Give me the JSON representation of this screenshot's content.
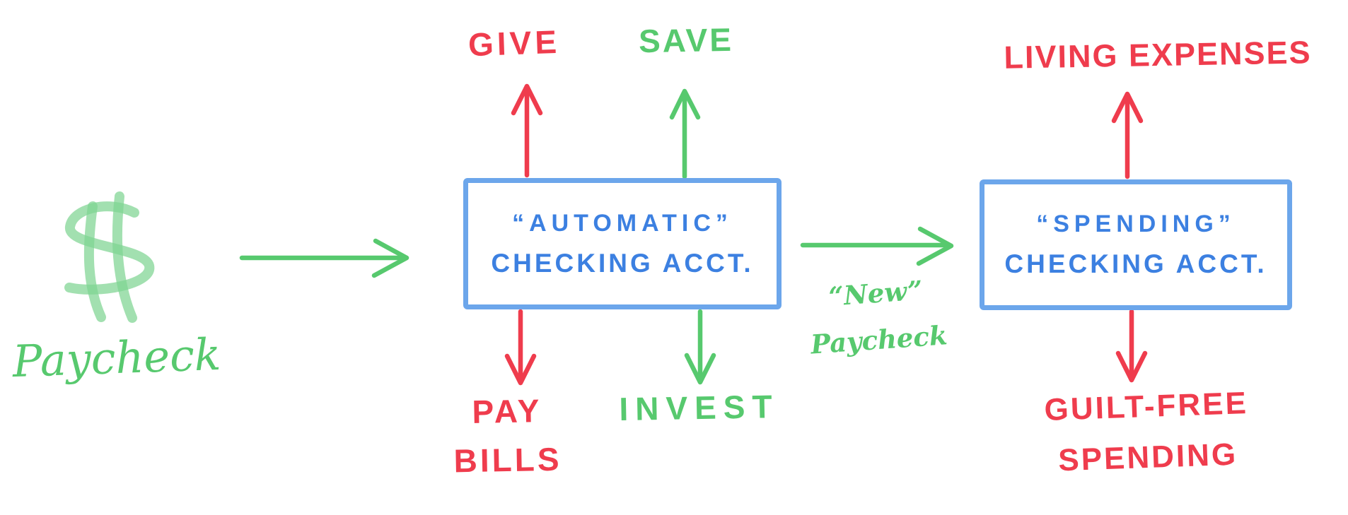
{
  "diagram": {
    "title": "Paycheck automation flow",
    "source": {
      "icon": "dollar-sign-icon",
      "label": "Paycheck"
    },
    "nodes": {
      "automatic_account": {
        "line1": "“AUTOMATIC”",
        "line2": "CHECKING ACCT."
      },
      "spending_account": {
        "line1": "“SPENDING”",
        "line2": "CHECKING ACCT."
      }
    },
    "outflows": {
      "give": "GIVE",
      "save": "SAVE",
      "pay_bills_line1": "PAY",
      "pay_bills_line2": "BILLS",
      "invest": "INVEST",
      "living_expenses": "LIVING EXPENSES",
      "guilt_free_line1": "GUILT-FREE",
      "guilt_free_line2": "SPENDING"
    },
    "edges": {
      "new_paycheck_line1": "“New”",
      "new_paycheck_line2": "Paycheck"
    },
    "colors": {
      "red": "#EF3C4D",
      "green": "#57C96E",
      "marker_green": "#7ED492",
      "blue_border": "#6CA6EB",
      "blue_text": "#3C80E1",
      "background": "#FFFFFF"
    }
  }
}
